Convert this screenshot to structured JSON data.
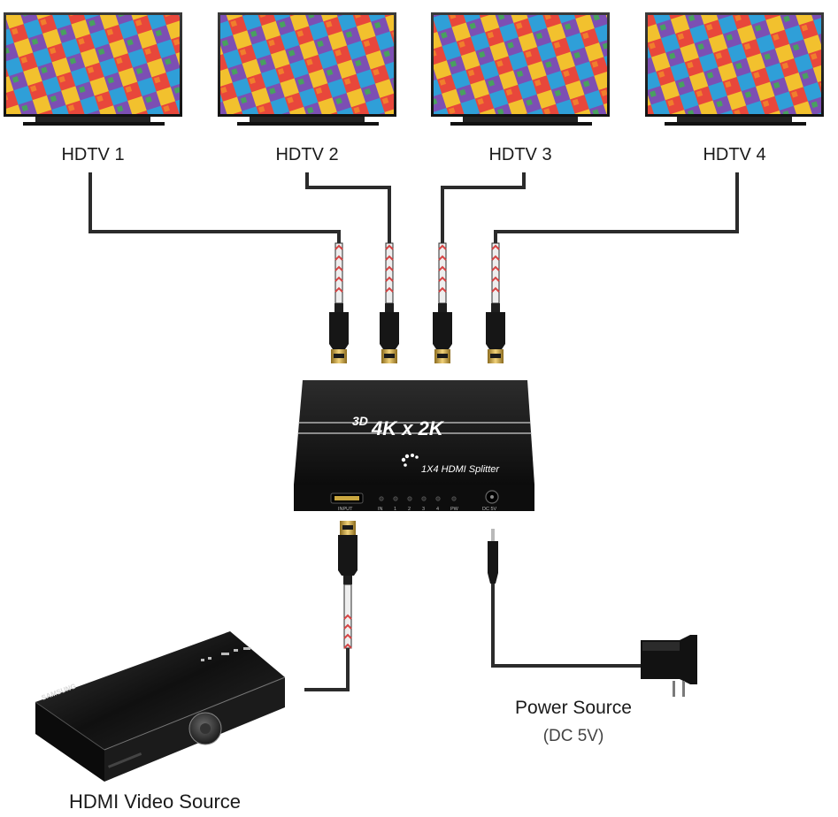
{
  "tvs": [
    {
      "label": "HDTV 1"
    },
    {
      "label": "HDTV 2"
    },
    {
      "label": "HDTV 3"
    },
    {
      "label": "HDTV 4"
    }
  ],
  "splitter": {
    "brand_3d": "3D",
    "brand_4k": "4K x 2K",
    "model": "1X4  HDMI  Splitter",
    "port_input": "INPUT",
    "led_in": "IN",
    "led_1": "1",
    "led_2": "2",
    "led_3": "3",
    "led_4": "4",
    "led_pw": "PW",
    "port_dc": "DC 5V"
  },
  "source": {
    "brand": "SAMSUNG",
    "label": "HDMI Video Source"
  },
  "power": {
    "label": "Power Source",
    "sublabel": "(DC 5V)"
  },
  "colors": {
    "cable": "#2b2b2b",
    "braid": "#d64545",
    "device": "#141414",
    "gold": "#c9a640"
  }
}
